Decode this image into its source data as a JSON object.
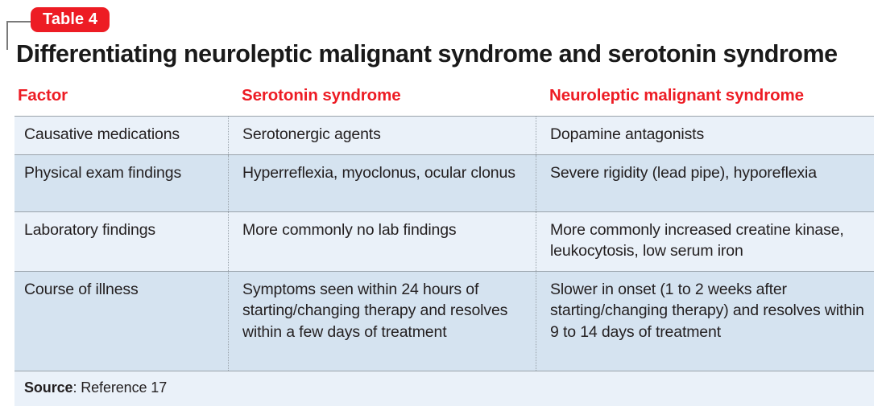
{
  "badge": {
    "label": "Table 4"
  },
  "title": "Differentiating neuroleptic malignant syndrome and serotonin syndrome",
  "table": {
    "headers": [
      "Factor",
      "Serotonin syndrome",
      "Neuroleptic malignant syndrome"
    ],
    "rows": [
      {
        "factor": "Causative medications",
        "serotonin": "Serotonergic agents",
        "nms": "Dopamine antagonists"
      },
      {
        "factor": "Physical exam findings",
        "serotonin": "Hyperreflexia, myoclonus, ocular clonus",
        "nms": "Severe rigidity (lead pipe), hyporeflexia"
      },
      {
        "factor": "Laboratory findings",
        "serotonin": "More commonly no lab findings",
        "nms": "More commonly increased creatine kinase, leukocytosis, low serum iron"
      },
      {
        "factor": "Course of illness",
        "serotonin": "Symptoms seen within 24 hours of starting/changing therapy and resolves within a few days of treatment",
        "nms": "Slower in onset (1 to 2 weeks after starting/changing therapy) and resolves within 9 to 14 days of treatment"
      }
    ]
  },
  "source": {
    "label": "Source",
    "separator": ": ",
    "value": "Reference 17"
  },
  "colors": {
    "accent_red": "#ed1c24",
    "row_light": "#eaf1f9",
    "row_dark": "#d5e3f0",
    "rule": "#9aa3ab",
    "text": "#231f20",
    "bracket": "#7a7a7a"
  }
}
